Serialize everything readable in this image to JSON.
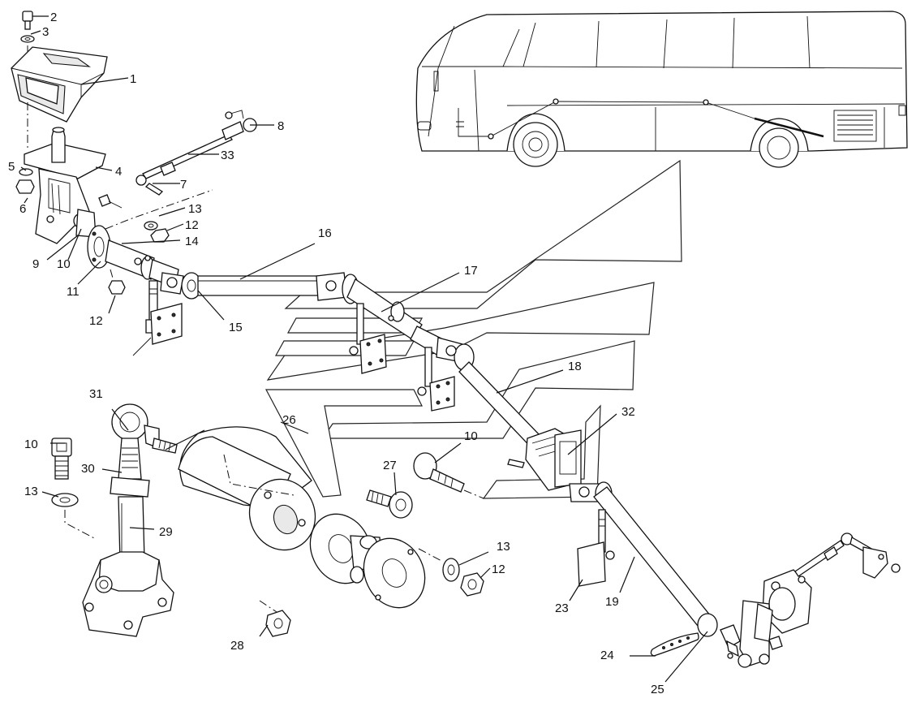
{
  "labels": {
    "p1": "1",
    "p2": "2",
    "p3": "3",
    "p4": "4",
    "p5": "5",
    "p6": "6",
    "p7": "7",
    "p8": "8",
    "p9": "9",
    "p10a": "10",
    "p10b": "10",
    "p10c": "10",
    "p11": "11",
    "p12a": "12",
    "p12b": "12",
    "p12c": "12",
    "p13a": "13",
    "p13b": "13",
    "p13c": "13",
    "p14": "14",
    "p15": "15",
    "p16": "16",
    "p17": "17",
    "p18": "18",
    "p19": "19",
    "p23": "23",
    "p24": "24",
    "p25": "25",
    "p26": "26",
    "p27": "27",
    "p28": "28",
    "p29": "29",
    "p30": "30",
    "p31": "31",
    "p32": "32",
    "p33": "33"
  }
}
